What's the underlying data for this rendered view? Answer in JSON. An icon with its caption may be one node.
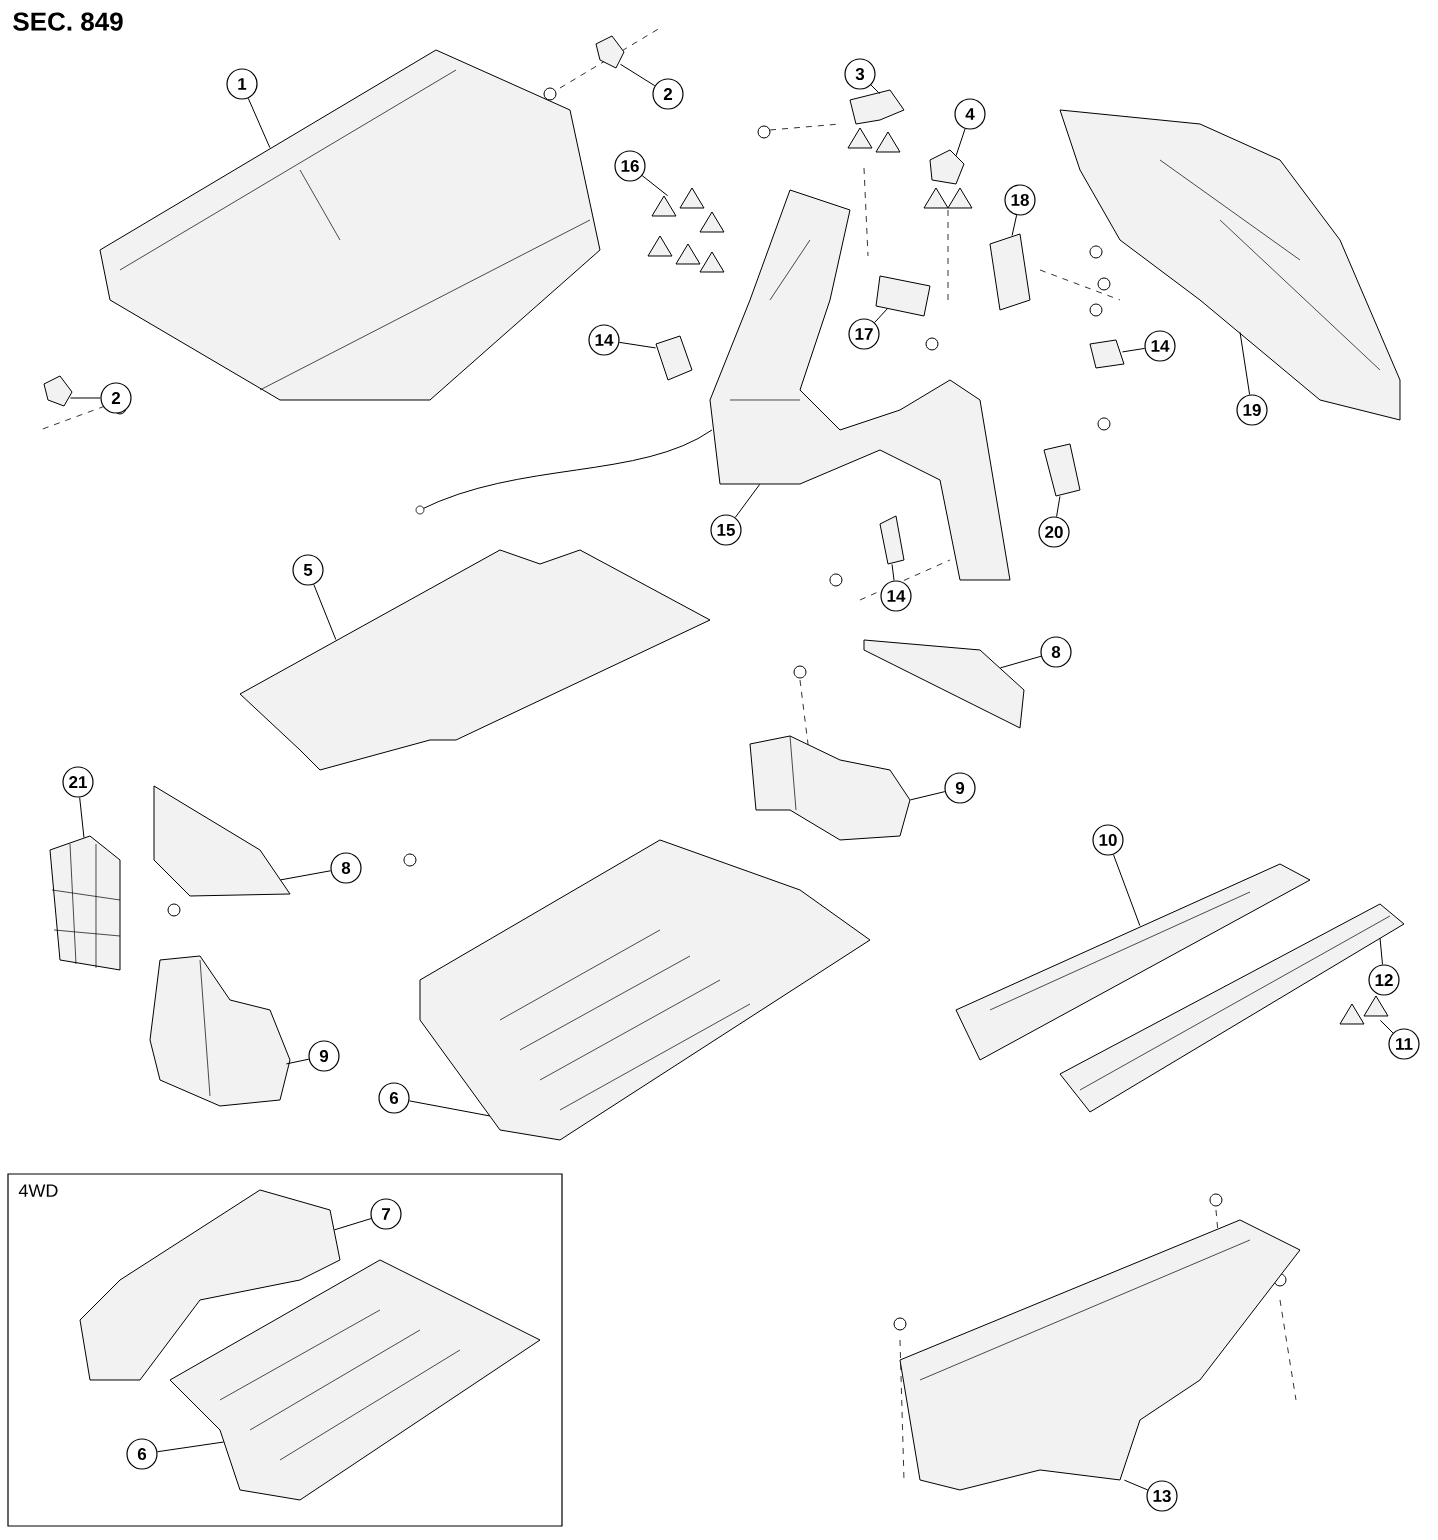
{
  "diagram": {
    "title": "SEC. 849",
    "nodes": [
      {
        "text": [
          "1"
        ]
      },
      {
        "text": [],
        "shape": "picture"
      },
      {
        "text": [
          "2"
        ]
      },
      {
        "text": [],
        "shape": "picture"
      },
      {
        "text": [
          "3"
        ]
      },
      {
        "text": [],
        "shape": "picture"
      },
      {
        "text": [
          "4"
        ]
      },
      {
        "text": [],
        "shape": "picture"
      },
      {
        "text": [
          "16"
        ]
      },
      {
        "text": [],
        "shape": "picture"
      },
      {
        "text": [
          "18"
        ]
      },
      {
        "text": [],
        "shape": "picture"
      },
      {
        "text": [
          "2"
        ]
      },
      {
        "text": [],
        "shape": "picture"
      },
      {
        "text": [
          "17"
        ]
      },
      {
        "text": [],
        "shape": "picture"
      },
      {
        "text": [
          "14"
        ]
      },
      {
        "text": [],
        "shape": "picture"
      },
      {
        "text": [
          "14"
        ]
      },
      {
        "text": [],
        "shape": "picture"
      },
      {
        "text": [
          "19"
        ]
      },
      {
        "text": [],
        "shape": "picture"
      },
      {
        "text": [
          "15"
        ]
      },
      {
        "text": [],
        "shape": "picture"
      },
      {
        "text": [
          "20"
        ]
      },
      {
        "text": [],
        "shape": "picture"
      },
      {
        "text": [
          "5"
        ]
      },
      {
        "text": [],
        "shape": "picture"
      },
      {
        "text": [
          "14"
        ]
      },
      {
        "text": [],
        "shape": "picture"
      },
      {
        "text": [
          "8"
        ]
      },
      {
        "text": [],
        "shape": "picture"
      },
      {
        "text": [
          "9"
        ]
      },
      {
        "text": [],
        "shape": "picture"
      },
      {
        "text": [
          "21"
        ]
      },
      {
        "text": [],
        "shape": "picture"
      },
      {
        "text": [
          "8"
        ]
      },
      {
        "text": [],
        "shape": "picture"
      },
      {
        "text": [
          "10"
        ]
      },
      {
        "text": [],
        "shape": "picture"
      },
      {
        "text": [
          "12"
        ]
      },
      {
        "text": [],
        "shape": "picture"
      },
      {
        "text": [
          "11"
        ]
      },
      {
        "text": [],
        "shape": "picture"
      },
      {
        "text": [
          "9"
        ]
      },
      {
        "text": [],
        "shape": "picture"
      },
      {
        "text": [
          "6"
        ]
      },
      {
        "text": [],
        "shape": "picture"
      },
      {
        "text": [
          "4WD"
        ]
      },
      {
        "text": [
          "7"
        ],
        "in": 48
      },
      {
        "text": [],
        "shape": "picture",
        "in": 48
      },
      {
        "text": [
          "6"
        ],
        "in": 48
      },
      {
        "text": [],
        "shape": "picture",
        "in": 48
      },
      {
        "text": [
          "13"
        ]
      },
      {
        "text": [],
        "shape": "picture"
      }
    ],
    "edges": [
      {
        "from": 0,
        "to": 1,
        "arrow": "none"
      },
      {
        "from": 2,
        "to": 3,
        "arrow": "none"
      },
      {
        "from": 4,
        "to": 5,
        "arrow": "none"
      },
      {
        "from": 6,
        "to": 7,
        "arrow": "none"
      },
      {
        "from": 8,
        "to": 9,
        "arrow": "none"
      },
      {
        "from": 10,
        "to": 11,
        "arrow": "none"
      },
      {
        "from": 12,
        "to": 13,
        "arrow": "none"
      },
      {
        "from": 14,
        "to": 15,
        "arrow": "none"
      },
      {
        "from": 16,
        "to": 17,
        "arrow": "none"
      },
      {
        "from": 18,
        "to": 19,
        "arrow": "none"
      },
      {
        "from": 20,
        "to": 21,
        "arrow": "none"
      },
      {
        "from": 22,
        "to": 23,
        "arrow": "none"
      },
      {
        "from": 24,
        "to": 25,
        "arrow": "none"
      },
      {
        "from": 26,
        "to": 27,
        "arrow": "none"
      },
      {
        "from": 28,
        "to": 29,
        "arrow": "none"
      },
      {
        "from": 30,
        "to": 31,
        "arrow": "none"
      },
      {
        "from": 32,
        "to": 33,
        "arrow": "none"
      },
      {
        "from": 34,
        "to": 35,
        "arrow": "none"
      },
      {
        "from": 36,
        "to": 37,
        "arrow": "none"
      },
      {
        "from": 38,
        "to": 39,
        "arrow": "none"
      },
      {
        "from": 40,
        "to": 41,
        "arrow": "none"
      },
      {
        "from": 42,
        "to": 43,
        "arrow": "none"
      },
      {
        "from": 44,
        "to": 45,
        "arrow": "none"
      },
      {
        "from": 46,
        "to": 47,
        "arrow": "none"
      },
      {
        "from": 49,
        "to": 50,
        "arrow": "none"
      },
      {
        "from": 51,
        "to": 52,
        "arrow": "none"
      },
      {
        "from": 53,
        "to": 54,
        "arrow": "none"
      }
    ]
  }
}
